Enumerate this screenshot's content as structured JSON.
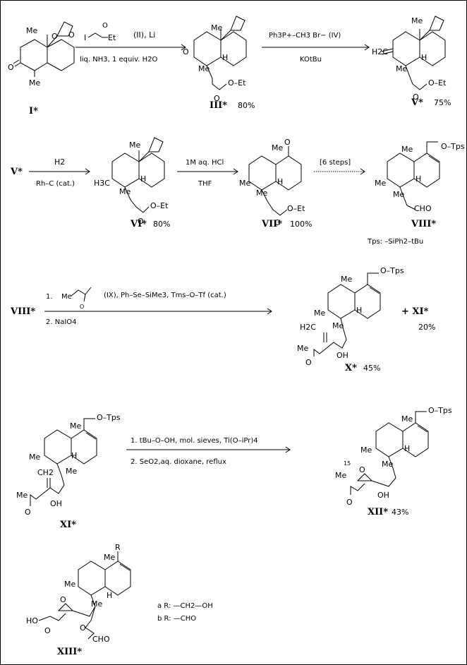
{
  "compounds": {
    "I": {
      "label": "I*"
    },
    "III": {
      "label": "III*",
      "yield": "80%"
    },
    "V": {
      "label": "V*",
      "yield": "75%"
    },
    "V_start": {
      "label": "V*"
    },
    "VI": {
      "label": "VI*",
      "yield": "80%"
    },
    "VII": {
      "label": "VII*",
      "yield": "100%"
    },
    "VIII": {
      "label": "VIII*"
    },
    "VIII_start": {
      "label": "VIII*"
    },
    "X": {
      "label": "X*",
      "yield": "45%"
    },
    "XI_side": {
      "label": "+ XI*",
      "yield": "20%"
    },
    "XI": {
      "label": "XI*"
    },
    "XII": {
      "label": "XII*",
      "yield": "43%"
    },
    "XIII": {
      "label": "XIII*"
    }
  },
  "reagents": {
    "step1_top": "(II), Li",
    "step1_bottom": "liq. NH3, 1 equiv. H2O",
    "step2_top": "Ph3P+–CH3  Br−  (IV)",
    "step2_bottom": "KOtBu",
    "step3_top": "H2",
    "step3_bottom": "Rh–C (cat.)",
    "step4_top": "1M aq. HCl",
    "step4_bottom": "THF",
    "step5_top": "[6 steps]",
    "step6_line1": "1.",
    "step6_reagent": "(IX), Ph–Se–SiMe3, Tms–O–Tf (cat.)",
    "step6_line2": "2. NaIO4",
    "step7_line1": "1. tBu–O–OH, mol. sieves, Ti(O–iPr)4",
    "step7_line2": "2.  SeO2,aq. dioxane, reflux"
  },
  "notes": {
    "tps": "Tps: –SiPh2–tBu",
    "r_a": "a R: —CH2—OH",
    "r_b": "b R: —CHO"
  },
  "atoms": {
    "me": "Me",
    "h": "H",
    "o": "O",
    "et": "Et",
    "oet": "O–Et",
    "otps": "O–Tps",
    "cho": "CHO",
    "oh": "OH",
    "ho": "HO",
    "r": "R",
    "h3c": "H3C",
    "h2c": "H2C",
    "ch2": "CH2",
    "c15": "15",
    "i": "I"
  }
}
